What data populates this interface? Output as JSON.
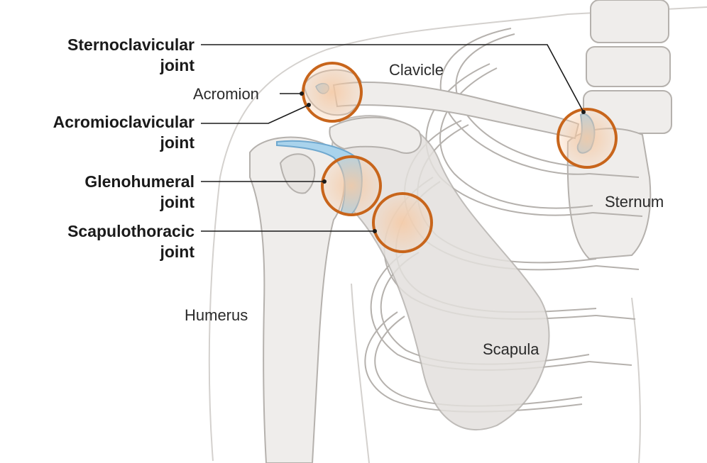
{
  "joints": {
    "sternoclavicular": {
      "line1": "Sternoclavicular",
      "line2": "joint"
    },
    "acromioclavicular": {
      "line1": "Acromioclavicular",
      "line2": "joint"
    },
    "glenohumeral": {
      "line1": "Glenohumeral",
      "line2": "joint"
    },
    "scapulothoracic": {
      "line1": "Scapulothoracic",
      "line2": "joint"
    }
  },
  "parts": {
    "clavicle": "Clavicle",
    "acromion": "Acromion",
    "sternum": "Sternum",
    "humerus": "Humerus",
    "scapula": "Scapula"
  },
  "colors": {
    "joint_circle": "#c8651b",
    "joint_fill": "#f6c9a3",
    "cartilage": "#a9d3ec",
    "bone_fill": "#efedeb",
    "bone_outline": "#b5b1ad",
    "body_outline": "#d4d1ce",
    "leader_line": "#1a1a1a"
  }
}
